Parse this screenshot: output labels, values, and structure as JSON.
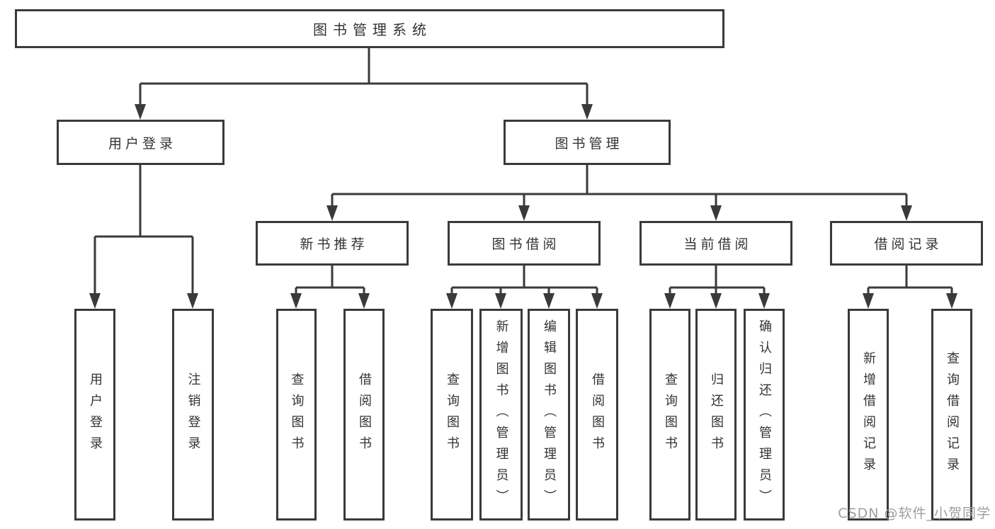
{
  "diagram": {
    "type": "hierarchy",
    "title": "图书管理系统",
    "watermark": "CSDN @软件_小贺同学",
    "colors": {
      "line": "#3a3a3a",
      "box_border": "#3a3a3a",
      "text": "#333333",
      "background": "#ffffff",
      "watermark": "#9e9e9e"
    }
  },
  "tree": {
    "label": "图书管理系统",
    "children": [
      {
        "label": "用户登录",
        "children": [
          {
            "label": "用户登录"
          },
          {
            "label": "注销登录"
          }
        ]
      },
      {
        "label": "图书管理",
        "children": [
          {
            "label": "新书推荐",
            "children": [
              {
                "label": "查询图书"
              },
              {
                "label": "借阅图书"
              }
            ]
          },
          {
            "label": "图书借阅",
            "children": [
              {
                "label": "查询图书"
              },
              {
                "label": "新增图书（管理员）"
              },
              {
                "label": "编辑图书（管理员）"
              },
              {
                "label": "借阅图书"
              }
            ]
          },
          {
            "label": "当前借阅",
            "children": [
              {
                "label": "查询图书"
              },
              {
                "label": "归还图书"
              },
              {
                "label": "确认归还（管理员）"
              }
            ]
          },
          {
            "label": "借阅记录",
            "children": [
              {
                "label": "新增借阅记录"
              },
              {
                "label": "查询借阅记录"
              }
            ]
          }
        ]
      }
    ]
  }
}
